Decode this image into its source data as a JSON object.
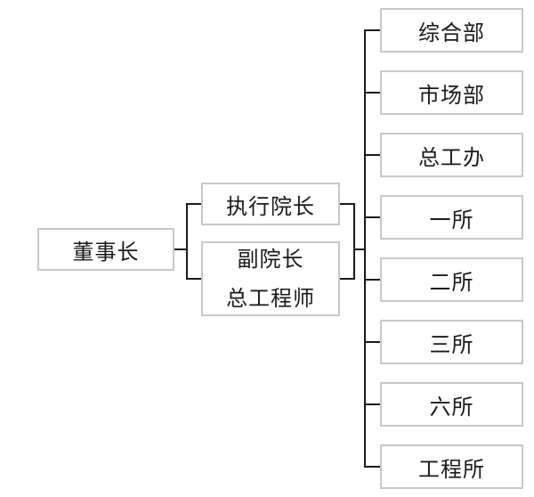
{
  "org_chart": {
    "root": {
      "label": "董事长"
    },
    "deputies": [
      {
        "lines": [
          "执行院长"
        ]
      },
      {
        "lines": [
          "副院长",
          "总工程师"
        ]
      }
    ],
    "departments": [
      {
        "label": "综合部"
      },
      {
        "label": "市场部"
      },
      {
        "label": "总工办"
      },
      {
        "label": "一所"
      },
      {
        "label": "二所"
      },
      {
        "label": "三所"
      },
      {
        "label": "六所"
      },
      {
        "label": "工程所"
      }
    ]
  },
  "colors": {
    "box_border": "#c8c8c8",
    "connector": "#1a1a1a",
    "text": "#1a1a1a"
  }
}
